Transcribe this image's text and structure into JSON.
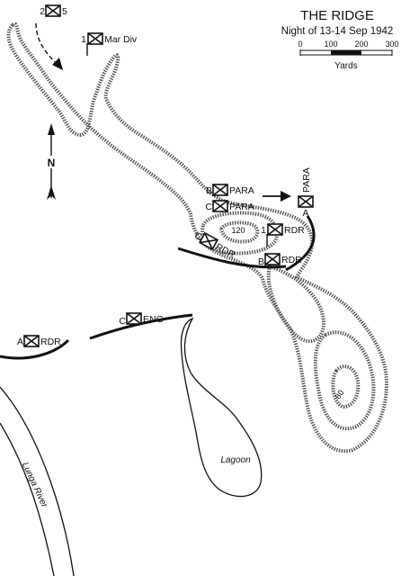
{
  "title": "THE RIDGE",
  "subtitle": "Night of 13-14 Sep 1942",
  "scale": {
    "ticks": [
      "0",
      "100",
      "200",
      "300"
    ],
    "unit": "Yards"
  },
  "north_label": "N",
  "elevations": [
    "120",
    "80"
  ],
  "features": {
    "lagoon": "Lagoon",
    "river": "Lunga River"
  },
  "units": [
    {
      "id": "2-5",
      "left": "2",
      "right": "5"
    },
    {
      "id": "1-mar-div",
      "left": "1",
      "right": "Mar Div"
    },
    {
      "id": "b-para",
      "left": "B",
      "right": "PARA"
    },
    {
      "id": "c-para",
      "left": "C",
      "right": "PARA"
    },
    {
      "id": "a-para",
      "left": "A",
      "right": "PARA"
    },
    {
      "id": "1-rdr",
      "left": "1",
      "right": "RDR"
    },
    {
      "id": "c-rdr",
      "left": "C",
      "right": "RDR"
    },
    {
      "id": "b-rdr",
      "left": "B",
      "right": "RDR"
    },
    {
      "id": "c-eng",
      "left": "C",
      "right": "ENG"
    },
    {
      "id": "a-rdr",
      "left": "A",
      "right": "RDR"
    }
  ],
  "icons": {
    "unit": "infantry-unit-icon",
    "north": "north-arrow-icon"
  }
}
